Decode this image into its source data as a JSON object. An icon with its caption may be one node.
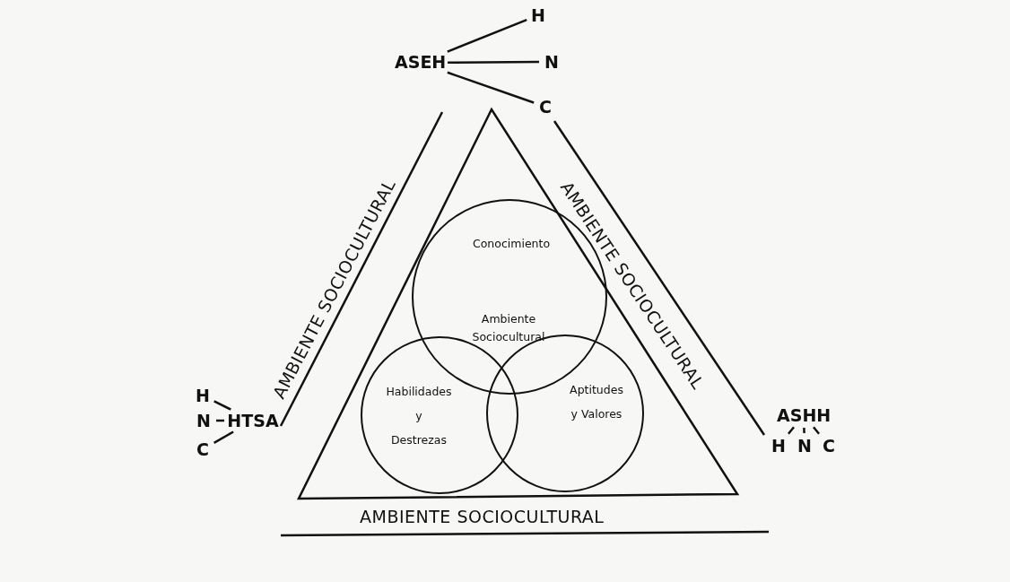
{
  "diagram": {
    "nodes": [
      {
        "text": [
          "ASEH"
        ]
      },
      {
        "text": [
          "H"
        ]
      },
      {
        "text": [
          "N"
        ]
      },
      {
        "text": [
          "C"
        ]
      },
      {
        "text": [
          "Conocimiento"
        ]
      },
      {
        "text": [
          "Habilidades y Destrezas"
        ]
      },
      {
        "text": [
          "Aptitudes y Valores"
        ]
      },
      {
        "text": [
          "H"
        ]
      },
      {
        "text": [
          "N"
        ]
      },
      {
        "text": [
          "C"
        ]
      },
      {
        "text": [
          "HTSA"
        ]
      },
      {
        "text": [
          "ASHH"
        ]
      },
      {
        "text": [
          "H"
        ]
      },
      {
        "text": [
          "N"
        ]
      },
      {
        "text": [
          "C"
        ]
      }
    ],
    "edges": [
      {
        "from": 0,
        "to": 1,
        "arrow": "none"
      },
      {
        "from": 0,
        "to": 2,
        "arrow": "none"
      },
      {
        "from": 0,
        "to": 3,
        "arrow": "none"
      },
      {
        "from": 10,
        "to": 7,
        "arrow": "none"
      },
      {
        "from": 10,
        "to": 8,
        "arrow": "none"
      },
      {
        "from": 10,
        "to": 9,
        "arrow": "none"
      },
      {
        "from": 11,
        "to": 12,
        "arrow": "none"
      },
      {
        "from": 11,
        "to": 13,
        "arrow": "none"
      },
      {
        "from": 11,
        "to": 14,
        "arrow": "none"
      }
    ],
    "labels": [
      "AMBIENTE SOCIOCULTURAL",
      "AMBIENTE SOCIOCULTURAL",
      "Ambiente Sociocultural",
      "AMBIENTE SOCIOCULTURAL"
    ]
  }
}
